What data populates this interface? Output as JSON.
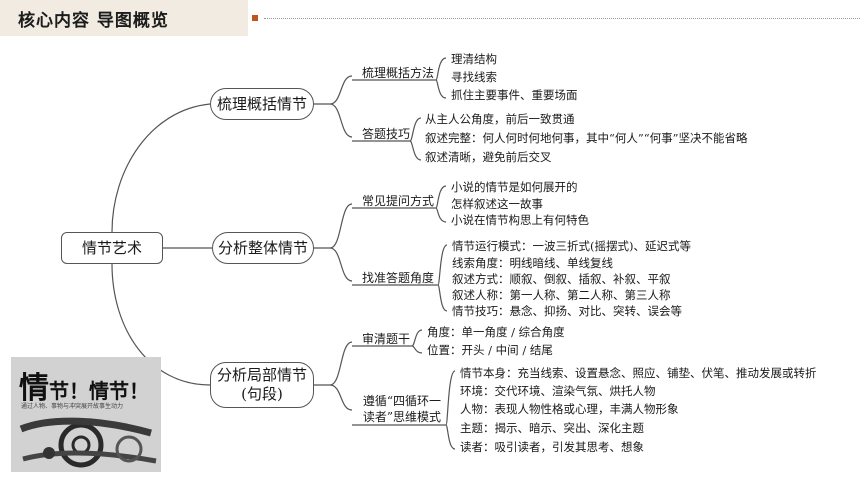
{
  "header": {
    "title": "核心内容 导图概览"
  },
  "root": "情节艺术",
  "branches": [
    {
      "label": "梳理概括情节",
      "subs": [
        {
          "label": "梳理概括方法",
          "items": [
            "理清结构",
            "寻找线索",
            "抓住主要事件、重要场面"
          ]
        },
        {
          "label": "答题技巧",
          "items": [
            "从主人公角度，前后一致贯通",
            "叙述完整：何人何时何地何事，其中“何人”“何事”坚决不能省略",
            "叙述清晰，避免前后交叉"
          ]
        }
      ]
    },
    {
      "label": "分析整体情节",
      "subs": [
        {
          "label": "常见提问方式",
          "items": [
            "小说的情节是如何展开的",
            "怎样叙述这一故事",
            "小说在情节构思上有何特色"
          ]
        },
        {
          "label": "找准答题角度",
          "items": [
            "情节运行模式：一波三折式(摇摆式)、延迟式等",
            "线索角度：明线暗线、单线复线",
            "叙述方式：顺叙、倒叙、插叙、补叙、平叙",
            "叙述人称：第一人称、第二人称、第三人称",
            "情节技巧：悬念、抑扬、对比、突转、误会等"
          ]
        }
      ]
    },
    {
      "label": "分析局部情节",
      "label2": "(句段)",
      "subs": [
        {
          "label": "审清题干",
          "items": [
            "角度：单一角度 / 综合角度",
            "位置：开头 / 中间 / 结尾"
          ]
        },
        {
          "label": "遵循“四循环一",
          "label2": "读者”思维模式",
          "items": [
            "情节本身：充当线索、设置悬念、照应、铺垫、伏笔、推动发展或转折",
            "环境：交代环境、渲染气氛、烘托人物",
            "人物：表现人物性格或心理，丰满人物形象",
            "主题：揭示、暗示、突出、深化主题",
            "读者：吸引读者，引发其思考、想象"
          ]
        }
      ]
    }
  ],
  "illustration": {
    "title_big": "情",
    "title_rest": "节！情节！",
    "subtitle": "通过人物、事物与冲突展开故事生动力"
  },
  "colors": {
    "header_bg": "#f1ebe1",
    "accent": "#c0541c",
    "line": "#555555"
  }
}
